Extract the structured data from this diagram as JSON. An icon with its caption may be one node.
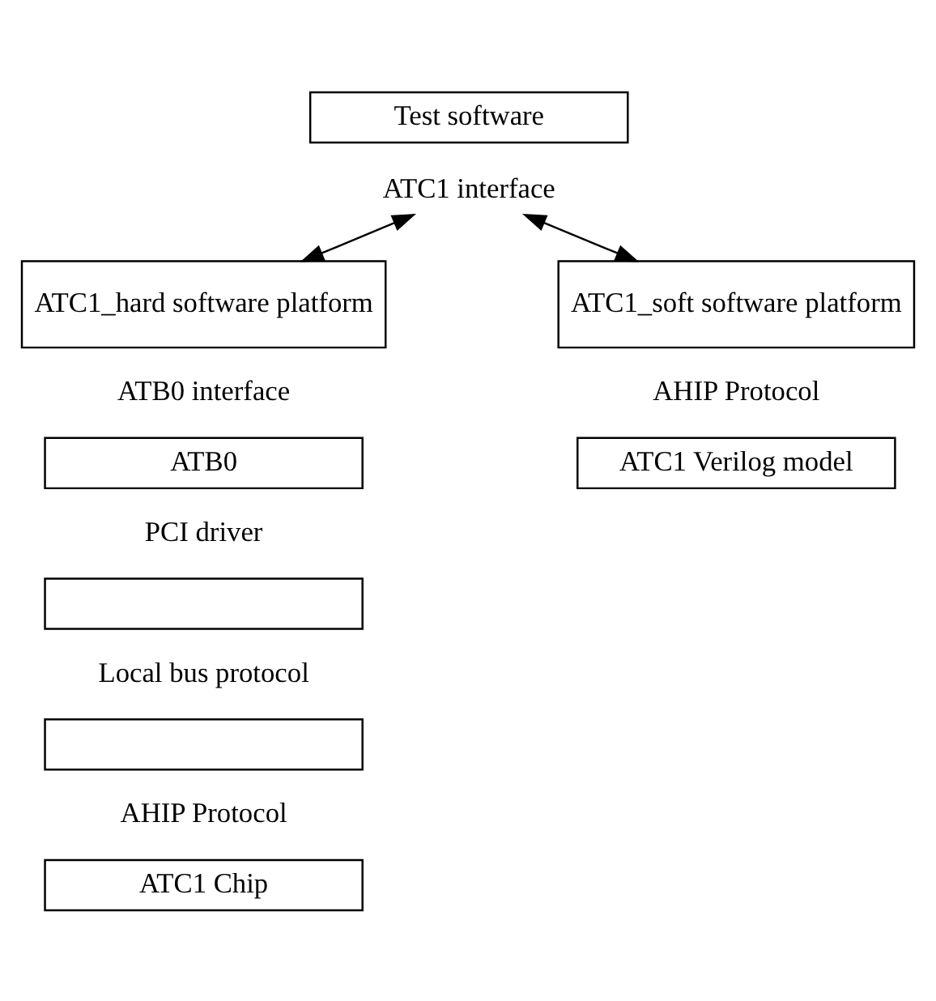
{
  "diagram": {
    "nodes": [
      {
        "text": [
          "Test software"
        ]
      },
      {
        "text": [
          "ATC1 interface"
        ]
      },
      {
        "text": [
          "ATC1_hard software platform"
        ]
      },
      {
        "text": [
          "ATB0"
        ]
      },
      {
        "text": [],
        "shape": "box"
      },
      {
        "text": [],
        "shape": "box"
      },
      {
        "text": [
          "ATC1 Chip"
        ]
      },
      {
        "text": [
          "ATC1_soft software platform"
        ]
      },
      {
        "text": [
          "ATC1 Verilog model"
        ]
      }
    ],
    "edges": [
      {
        "from": 1,
        "to": 2,
        "arrow": "both"
      },
      {
        "from": 1,
        "to": 7,
        "arrow": "both"
      }
    ],
    "labels": [
      "ATB0 interface",
      "AHIP Protocol",
      "PCI driver",
      "Local bus protocol",
      "AHIP Protocol"
    ]
  }
}
